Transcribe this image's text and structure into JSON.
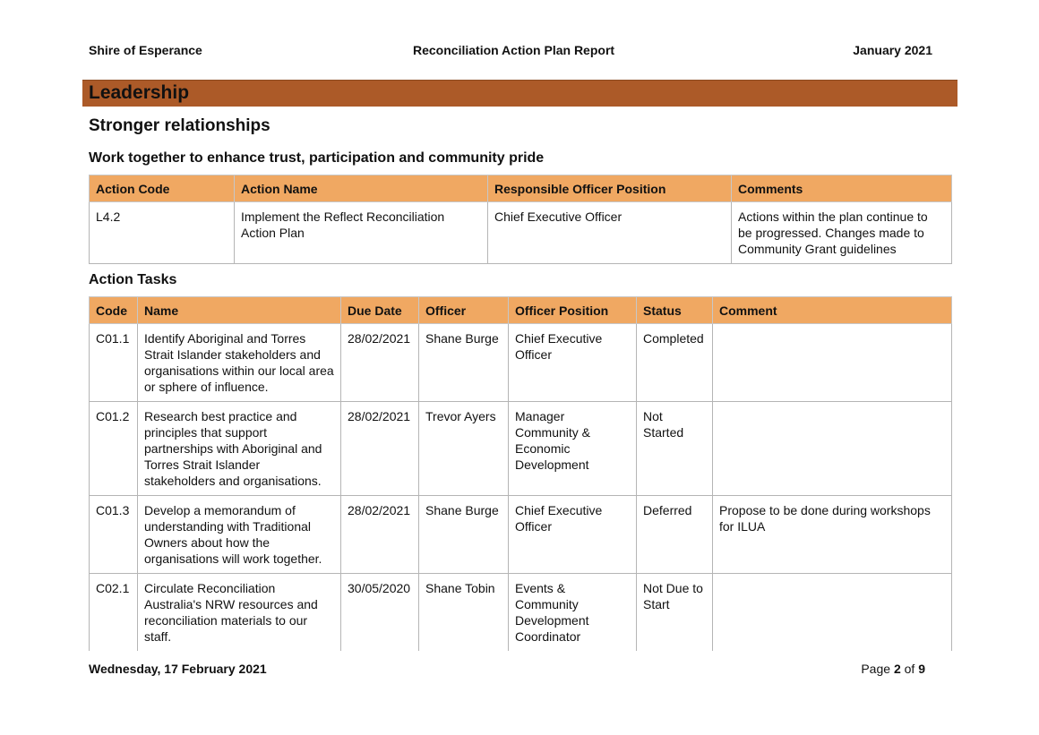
{
  "header": {
    "organisation": "Shire of Esperance",
    "report_title": "Reconciliation Action Plan Report",
    "period": "January 2021"
  },
  "section": {
    "title": "Leadership",
    "subtitle": "Stronger relationships",
    "goal": "Work together to enhance trust, participation and community pride"
  },
  "action_table": {
    "headers": [
      "Action Code",
      "Action Name",
      "Responsible Officer Position",
      "Comments"
    ],
    "rows": [
      {
        "code": "L4.2",
        "name": "Implement the Reflect Reconciliation Action Plan",
        "position": "Chief Executive Officer",
        "comments": "Actions within the plan continue to be progressed. Changes made to Community Grant guidelines"
      }
    ]
  },
  "tasks_heading": "Action Tasks",
  "tasks_table": {
    "headers": [
      "Code",
      "Name",
      "Due Date",
      "Officer",
      "Officer Position",
      "Status",
      "Comment"
    ],
    "rows": [
      {
        "code": "C01.1",
        "name": "Identify Aboriginal and Torres Strait Islander stakeholders and organisations within our local area or sphere of influence.",
        "due": "28/02/2021",
        "officer": "Shane Burge",
        "position": "Chief Executive Officer",
        "status": "Completed",
        "comment": ""
      },
      {
        "code": "C01.2",
        "name": "Research best practice and principles that support partnerships with Aboriginal and Torres Strait Islander stakeholders and organisations.",
        "due": "28/02/2021",
        "officer": "Trevor Ayers",
        "position": "Manager Community & Economic Development",
        "status": "Not Started",
        "comment": ""
      },
      {
        "code": "C01.3",
        "name": "Develop a memorandum of understanding with Traditional Owners about how the organisations will work together.",
        "due": "28/02/2021",
        "officer": "Shane Burge",
        "position": "Chief Executive Officer",
        "status": "Deferred",
        "comment": "Propose to be done during workshops for ILUA"
      },
      {
        "code": "C02.1",
        "name": "Circulate Reconciliation Australia's NRW resources and reconciliation materials to our staff.",
        "due": "30/05/2020",
        "officer": "Shane Tobin",
        "position": "Events & Community Development Coordinator",
        "status": "Not Due to Start",
        "comment": ""
      }
    ]
  },
  "footer": {
    "date": "Wednesday, 17 February 2021",
    "page_prefix": "Page",
    "page_current": "2",
    "page_of": "of",
    "page_total": "9"
  },
  "colors": {
    "section_bar": "#ac5a28",
    "table_header": "#f0a862"
  }
}
